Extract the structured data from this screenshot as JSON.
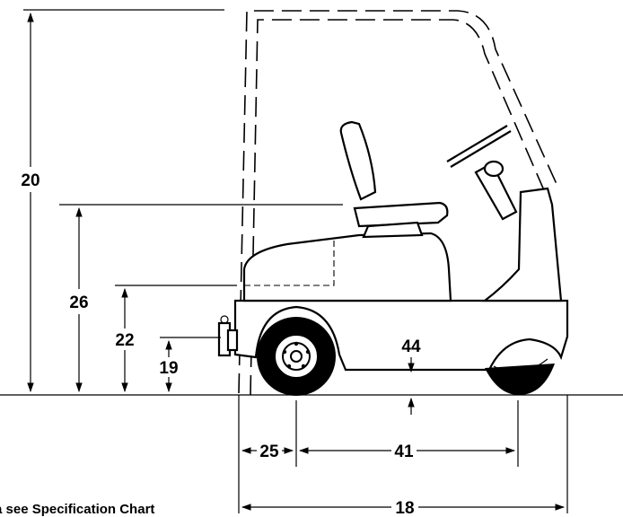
{
  "dimensions": {
    "overall_height": "20",
    "seat_height": "26",
    "body_height": "22",
    "hitch_height": "19",
    "ground_clearance": "44",
    "front_overhang": "25",
    "wheelbase": "41",
    "overall_length": "18"
  },
  "footnote": "a see Specification Chart"
}
